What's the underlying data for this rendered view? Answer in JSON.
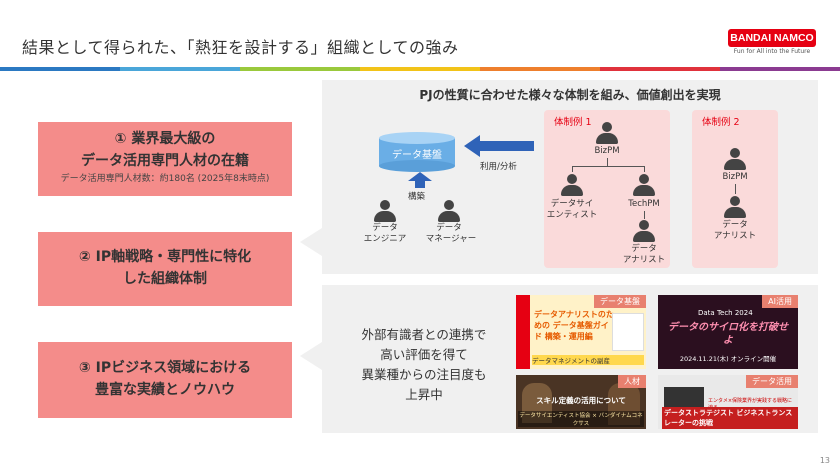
{
  "title": "結果として得られた、「熱狂を設計する」組織としての強み",
  "logo": {
    "text": "BANDAI NAMCO",
    "tagline": "Fun for All into the Future"
  },
  "strengths": [
    {
      "line1": "① 業界最大級の",
      "line2": "データ活用専門人材の在籍",
      "note": "データ活用専門人材数：約180名 (2025年8末時点)"
    },
    {
      "line1": "② IP軸戦略・専門性に特化",
      "line2": "した組織体制"
    },
    {
      "line1": "③ IPビジネス領域における",
      "line2": "豊富な実績とノウハウ"
    }
  ],
  "structure_panel": {
    "heading": "PJの性質に合わせた様々な体制を組み、価値創出を実現",
    "data_platform": "データ基盤",
    "build_label": "構築",
    "use_label": "利用/分析",
    "engineer": [
      "データ",
      "エンジニア"
    ],
    "manager": [
      "データ",
      "マネージャー"
    ],
    "example1": {
      "label": "体制例 1",
      "bizpm": "BizPM",
      "data_scientist": [
        "データサイ",
        "エンティスト"
      ],
      "techpm": "TechPM",
      "analyst": [
        "データ",
        "アナリスト"
      ]
    },
    "example2": {
      "label": "体制例 2",
      "bizpm": "BizPM",
      "analyst": [
        "データ",
        "アナリスト"
      ]
    }
  },
  "reputation_panel": {
    "lines": [
      "外部有識者との連携で",
      "高い評価を得て",
      "異業種からの注目度も",
      "上昇中"
    ],
    "thumbnails": [
      {
        "tag": "データ基盤",
        "headline": "データアナリストのための データ基盤ガイド 構築・運用編",
        "sub": "データマネジメントの副産"
      },
      {
        "tag": "AI活用",
        "headline": "データのサイロ化を打破せよ",
        "sub": "Data Tech 2024",
        "date": "2024.11.21(木) オンライン開催"
      },
      {
        "tag": "人材",
        "headline": "スキル定義の活用について",
        "sub": "データサイエンティスト協会 × バンダイナムコネクサス"
      },
      {
        "tag": "データ活用",
        "headline": "データストラテジスト ビジネストランスレーターの挑戦",
        "sub": "エンタメ×保険業界が実践する戦略に迫る"
      }
    ]
  },
  "page_number": "13",
  "colors": {
    "accent_red": "#e60012",
    "pink_box": "#f48c8a",
    "pink_panel": "#fadada",
    "gray_panel": "#f0f0f0",
    "blue_arrow": "#2f63b8",
    "platform_blue": "#6aaee6"
  }
}
